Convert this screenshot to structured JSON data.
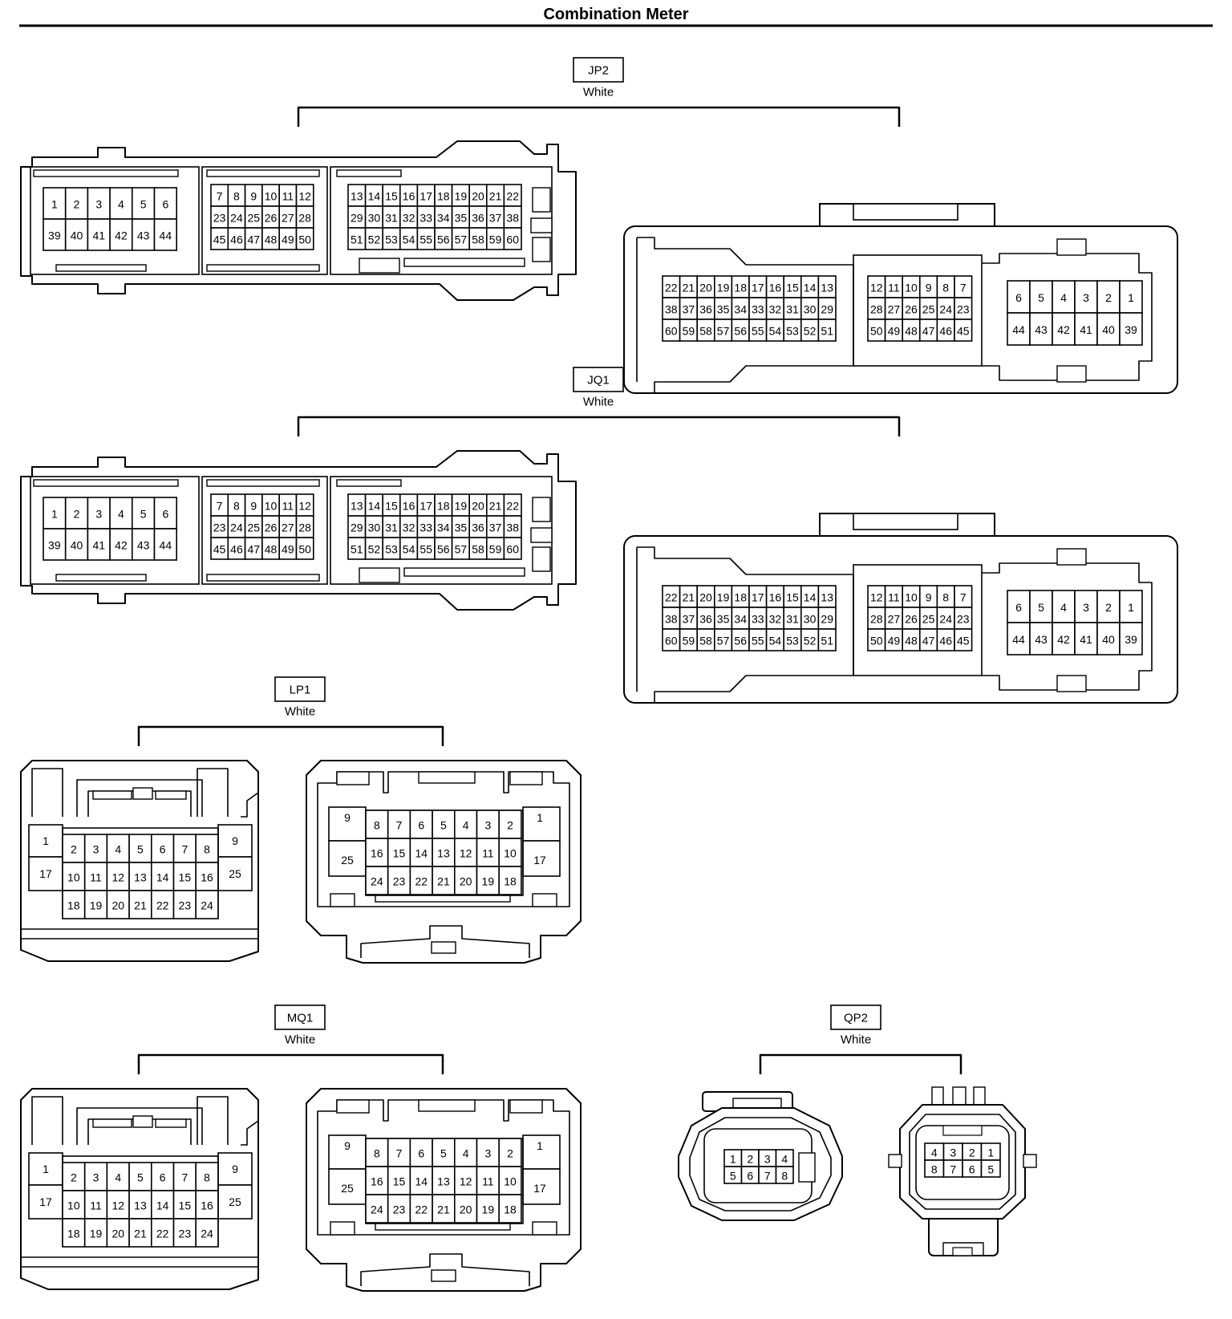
{
  "title": "Combination Meter",
  "colors": {
    "line": "#000000",
    "background": "#ffffff"
  },
  "connectors": [
    {
      "id": "JP2",
      "color": "White",
      "type": "meter60",
      "female": {
        "b1": [
          [
            "1",
            "2",
            "3",
            "4",
            "5",
            "6"
          ],
          [
            "39",
            "40",
            "41",
            "42",
            "43",
            "44"
          ]
        ],
        "b2": [
          [
            "7",
            "8",
            "9",
            "10",
            "11",
            "12"
          ],
          [
            "23",
            "24",
            "25",
            "26",
            "27",
            "28"
          ],
          [
            "45",
            "46",
            "47",
            "48",
            "49",
            "50"
          ]
        ],
        "b3": [
          [
            "13",
            "14",
            "15",
            "16",
            "17",
            "18",
            "19",
            "20",
            "21",
            "22"
          ],
          [
            "29",
            "30",
            "31",
            "32",
            "33",
            "34",
            "35",
            "36",
            "37",
            "38"
          ],
          [
            "51",
            "52",
            "53",
            "54",
            "55",
            "56",
            "57",
            "58",
            "59",
            "60"
          ]
        ]
      },
      "male": {
        "b3": [
          [
            "22",
            "21",
            "20",
            "19",
            "18",
            "17",
            "16",
            "15",
            "14",
            "13"
          ],
          [
            "38",
            "37",
            "36",
            "35",
            "34",
            "33",
            "32",
            "31",
            "30",
            "29"
          ],
          [
            "60",
            "59",
            "58",
            "57",
            "56",
            "55",
            "54",
            "53",
            "52",
            "51"
          ]
        ],
        "b2": [
          [
            "12",
            "11",
            "10",
            "9",
            "8",
            "7"
          ],
          [
            "28",
            "27",
            "26",
            "25",
            "24",
            "23"
          ],
          [
            "50",
            "49",
            "48",
            "47",
            "46",
            "45"
          ]
        ],
        "b1": [
          [
            "6",
            "5",
            "4",
            "3",
            "2",
            "1"
          ],
          [
            "44",
            "43",
            "42",
            "41",
            "40",
            "39"
          ]
        ]
      }
    },
    {
      "id": "JQ1",
      "color": "White",
      "type": "meter60",
      "female": {
        "b1": [
          [
            "1",
            "2",
            "3",
            "4",
            "5",
            "6"
          ],
          [
            "39",
            "40",
            "41",
            "42",
            "43",
            "44"
          ]
        ],
        "b2": [
          [
            "7",
            "8",
            "9",
            "10",
            "11",
            "12"
          ],
          [
            "23",
            "24",
            "25",
            "26",
            "27",
            "28"
          ],
          [
            "45",
            "46",
            "47",
            "48",
            "49",
            "50"
          ]
        ],
        "b3": [
          [
            "13",
            "14",
            "15",
            "16",
            "17",
            "18",
            "19",
            "20",
            "21",
            "22"
          ],
          [
            "29",
            "30",
            "31",
            "32",
            "33",
            "34",
            "35",
            "36",
            "37",
            "38"
          ],
          [
            "51",
            "52",
            "53",
            "54",
            "55",
            "56",
            "57",
            "58",
            "59",
            "60"
          ]
        ]
      },
      "male": {
        "b3": [
          [
            "22",
            "21",
            "20",
            "19",
            "18",
            "17",
            "16",
            "15",
            "14",
            "13"
          ],
          [
            "38",
            "37",
            "36",
            "35",
            "34",
            "33",
            "32",
            "31",
            "30",
            "29"
          ],
          [
            "60",
            "59",
            "58",
            "57",
            "56",
            "55",
            "54",
            "53",
            "52",
            "51"
          ]
        ],
        "b2": [
          [
            "12",
            "11",
            "10",
            "9",
            "8",
            "7"
          ],
          [
            "28",
            "27",
            "26",
            "25",
            "24",
            "23"
          ],
          [
            "50",
            "49",
            "48",
            "47",
            "46",
            "45"
          ]
        ],
        "b1": [
          [
            "6",
            "5",
            "4",
            "3",
            "2",
            "1"
          ],
          [
            "44",
            "43",
            "42",
            "41",
            "40",
            "39"
          ]
        ]
      }
    },
    {
      "id": "LP1",
      "color": "White",
      "type": "meter25",
      "female": {
        "left": [
          "1",
          "17"
        ],
        "right": [
          "9",
          "25"
        ],
        "grid": [
          [
            "2",
            "3",
            "4",
            "5",
            "6",
            "7",
            "8"
          ],
          [
            "10",
            "11",
            "12",
            "13",
            "14",
            "15",
            "16"
          ],
          [
            "18",
            "19",
            "20",
            "21",
            "22",
            "23",
            "24"
          ]
        ]
      },
      "male": {
        "left": [
          "9",
          "25"
        ],
        "right": [
          "1",
          "17"
        ],
        "grid": [
          [
            "8",
            "7",
            "6",
            "5",
            "4",
            "3",
            "2"
          ],
          [
            "16",
            "15",
            "14",
            "13",
            "12",
            "11",
            "10"
          ],
          [
            "24",
            "23",
            "22",
            "21",
            "20",
            "19",
            "18"
          ]
        ]
      }
    },
    {
      "id": "MQ1",
      "color": "White",
      "type": "meter25",
      "female": {
        "left": [
          "1",
          "17"
        ],
        "right": [
          "9",
          "25"
        ],
        "grid": [
          [
            "2",
            "3",
            "4",
            "5",
            "6",
            "7",
            "8"
          ],
          [
            "10",
            "11",
            "12",
            "13",
            "14",
            "15",
            "16"
          ],
          [
            "18",
            "19",
            "20",
            "21",
            "22",
            "23",
            "24"
          ]
        ]
      },
      "male": {
        "left": [
          "9",
          "25"
        ],
        "right": [
          "1",
          "17"
        ],
        "grid": [
          [
            "8",
            "7",
            "6",
            "5",
            "4",
            "3",
            "2"
          ],
          [
            "16",
            "15",
            "14",
            "13",
            "12",
            "11",
            "10"
          ],
          [
            "24",
            "23",
            "22",
            "21",
            "20",
            "19",
            "18"
          ]
        ]
      }
    },
    {
      "id": "QP2",
      "color": "White",
      "type": "plug8",
      "female": {
        "grid": [
          [
            "1",
            "2",
            "3",
            "4"
          ],
          [
            "5",
            "6",
            "7",
            "8"
          ]
        ]
      },
      "male": {
        "grid": [
          [
            "4",
            "3",
            "2",
            "1"
          ],
          [
            "8",
            "7",
            "6",
            "5"
          ]
        ]
      }
    }
  ]
}
